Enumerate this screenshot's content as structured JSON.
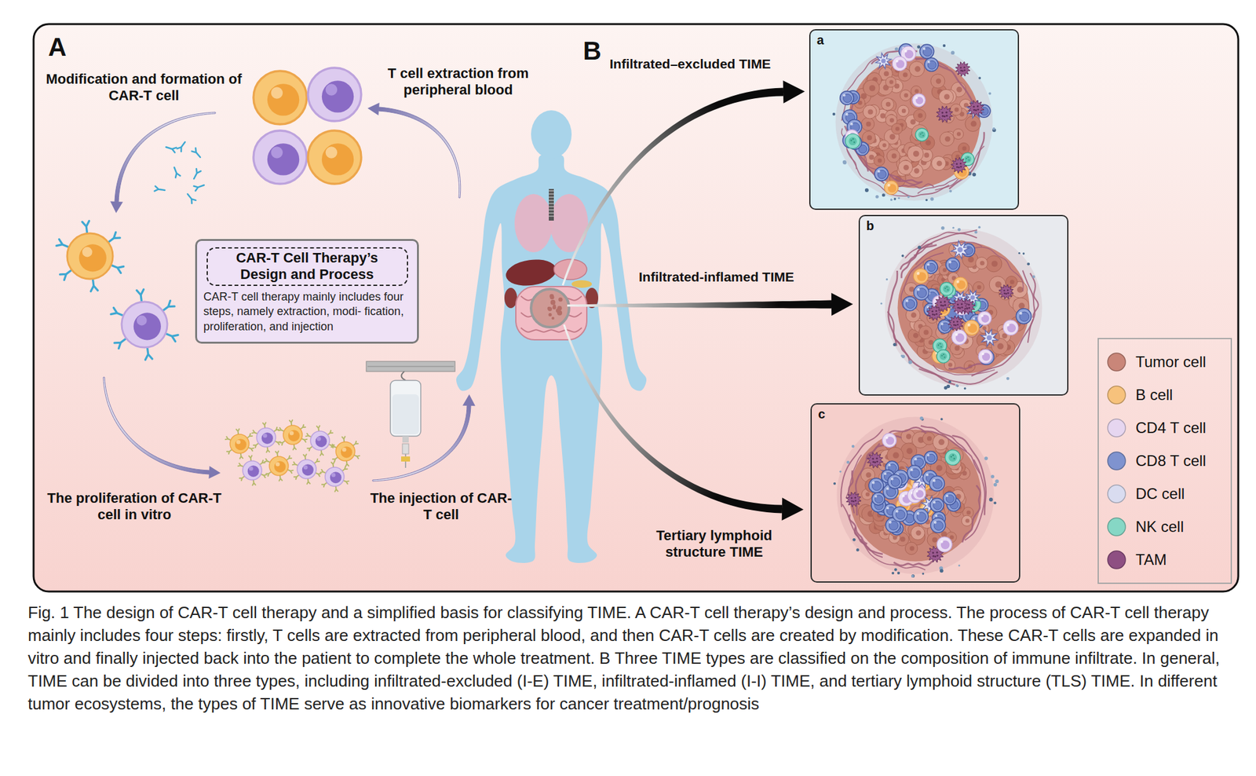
{
  "diagram": {
    "caption": "Fig. 1 The design of CAR-T cell therapy and a simplified basis for classifying TIME. A CAR-T cell therapy’s design and process. The process of CAR-T cell therapy mainly includes four steps: firstly, T cells are extracted from peripheral blood, and then CAR-T cells are created by modification. These CAR-T cells are expanded in vitro and finally injected back into the patient to complete the whole treatment. B Three TIME types are classified on the composition of immune infiltrate. In general, TIME can be divided into three types, including infiltrated-excluded (I-E) TIME, infiltrated-inflamed (I-I) TIME, and tertiary lymphoid structure (TLS) TIME. In different tumor ecosystems, the types of TIME serve as innovative biomarkers for cancer treatment/prognosis",
    "nodes": [
      {
        "text": [
          "CAR-T Cell Therapy’s Design and Process",
          "CAR-T cell therapy mainly includes four steps, namely extraction, modi- fication, proliferation, and injection"
        ]
      },
      {
        "text": [
          "a"
        ]
      },
      {
        "text": [
          "b"
        ]
      },
      {
        "text": [
          "c"
        ]
      }
    ],
    "labels": [
      "A",
      "Modification and formation of CAR-T cell",
      "T cell extraction from peripheral blood",
      "The proliferation of CAR-T cell in vitro",
      "The injection of CAR-T cell",
      "B",
      "Infiltrated–excluded TIME",
      "Infiltrated-inflamed TIME",
      "Tertiary lymphoid structure TIME"
    ],
    "legend": [
      {
        "text": "Tumor cell",
        "color": "#c98679"
      },
      {
        "text": "B cell",
        "color": "#f7c27c"
      },
      {
        "text": "CD4 T cell",
        "color": "#e6d6f0"
      },
      {
        "text": "CD8 T cell",
        "color": "#7f93cf"
      },
      {
        "text": "DC cell",
        "color": "#d9dcf0"
      },
      {
        "text": "NK cell",
        "color": "#86d7c5"
      },
      {
        "text": "TAM",
        "color": "#8e4f82"
      }
    ]
  }
}
